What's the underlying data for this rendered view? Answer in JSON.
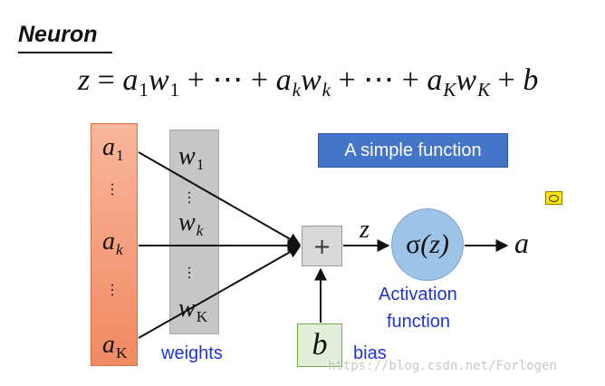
{
  "title": "Neuron",
  "equation": {
    "z": "z",
    "eq": "=",
    "a": "a",
    "w": "w",
    "b": "b",
    "sub_1": "1",
    "sub_k": "k",
    "sub_K": "K",
    "plus": "+",
    "cdots": "⋯"
  },
  "inputs": {
    "a": "a",
    "subs": [
      "1",
      "k",
      "K"
    ],
    "dots": "…"
  },
  "weights": {
    "w": "w",
    "subs": [
      "1",
      "k",
      "K"
    ],
    "dots": "…",
    "label": "weights"
  },
  "simple_function_label": "A simple function",
  "sum_symbol": "+",
  "z_label": "z",
  "activation": {
    "sigma": "σ",
    "arg": "(z)",
    "output": "a",
    "label_line1": "Activation",
    "label_line2": "function"
  },
  "bias": {
    "symbol": "b",
    "label": "bias"
  },
  "icons": [
    "comment-icon"
  ],
  "watermark": "https://blog.csdn.net/Forlogen",
  "colors": {
    "input_box": "#f4a07e",
    "weight_box": "#c6c6c6",
    "simple_function_box": "#4475c8",
    "activation_circle": "#9dc3e6",
    "bias_box": "#e2efda",
    "blue_text": "#1f34d6"
  }
}
